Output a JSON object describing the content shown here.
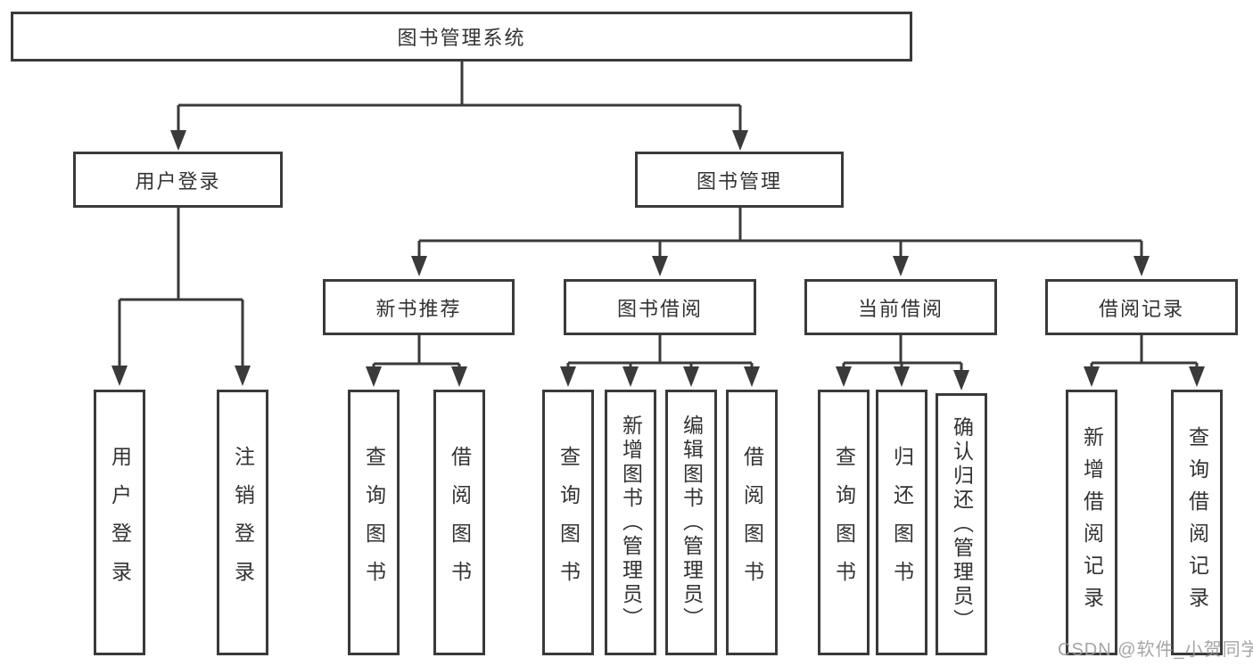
{
  "diagram": {
    "type": "tree",
    "title": "图书管理系统",
    "colors": {
      "border": "#3a3a3a",
      "text": "#333333",
      "line": "#3a3a3a",
      "watermark": "#9c9c9c",
      "background": "#ffffff"
    }
  },
  "tree": {
    "root": {
      "label": "图书管理系统",
      "children": [
        {
          "label": "用户登录",
          "children": [
            {
              "label": "用户登录"
            },
            {
              "label": "注销登录"
            }
          ]
        },
        {
          "label": "图书管理",
          "children": [
            {
              "label": "新书推荐",
              "children": [
                {
                  "label": "查询图书"
                },
                {
                  "label": "借阅图书"
                }
              ]
            },
            {
              "label": "图书借阅",
              "children": [
                {
                  "label": "查询图书"
                },
                {
                  "label": "新增图书（管理员）"
                },
                {
                  "label": "编辑图书（管理员）"
                },
                {
                  "label": "借阅图书"
                }
              ]
            },
            {
              "label": "当前借阅",
              "children": [
                {
                  "label": "查询图书"
                },
                {
                  "label": "归还图书"
                },
                {
                  "label": "确认归还（管理员）"
                }
              ]
            },
            {
              "label": "借阅记录",
              "children": [
                {
                  "label": "新增借阅记录"
                },
                {
                  "label": "查询借阅记录"
                }
              ]
            }
          ]
        }
      ]
    }
  },
  "watermark": {
    "text": "CSDN @软件_小贺同学"
  }
}
